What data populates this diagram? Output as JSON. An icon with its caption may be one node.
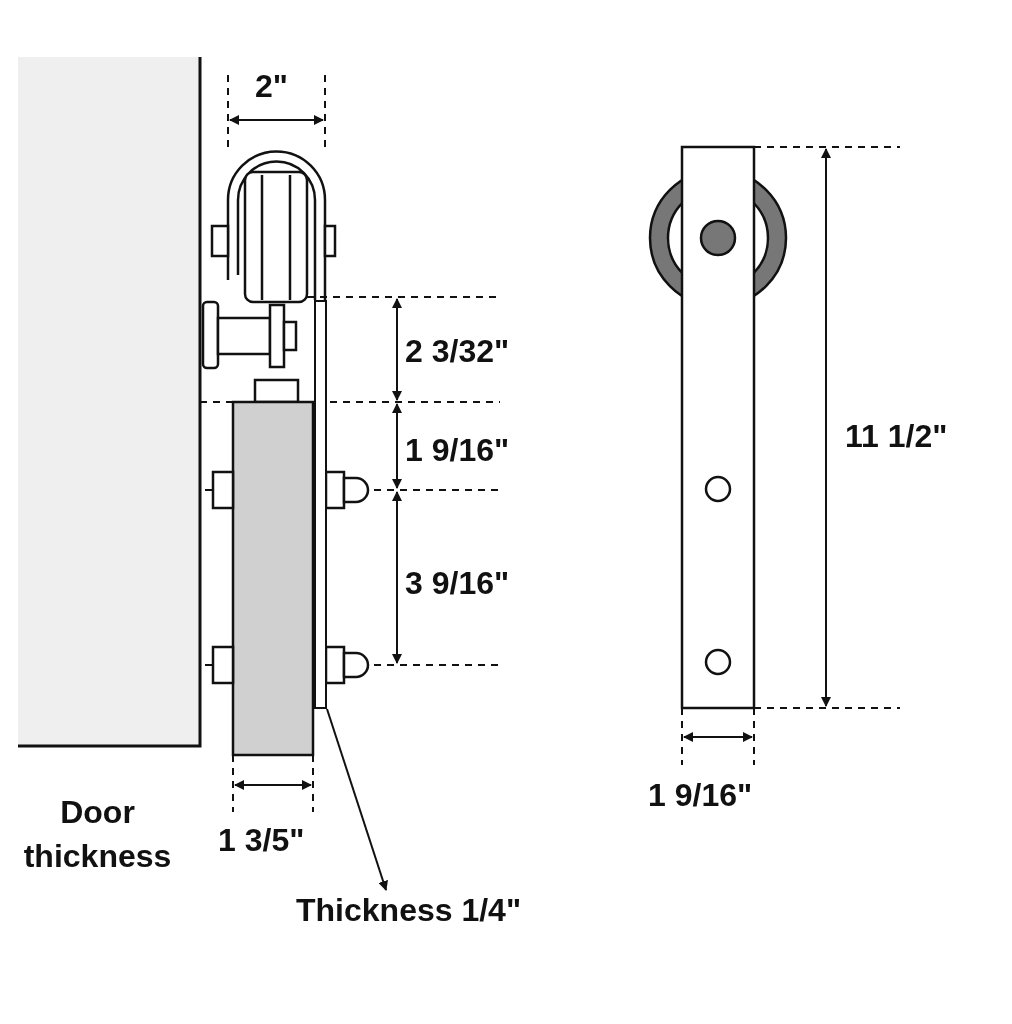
{
  "diagram": {
    "nodes": [
      {
        "text": [
          "Thickness 1/4\""
        ]
      },
      {
        "text": [],
        "shape": "bar"
      }
    ],
    "edges": [
      {
        "from": 1,
        "to": 0,
        "arrow": "to"
      }
    ],
    "labels": [
      "2\"",
      "2 3/32\"",
      "11 1/2\"",
      "1 9/16\"",
      "3 9/16\"",
      "1 9/16\"",
      "Door thickness",
      "1 3/5\""
    ]
  }
}
